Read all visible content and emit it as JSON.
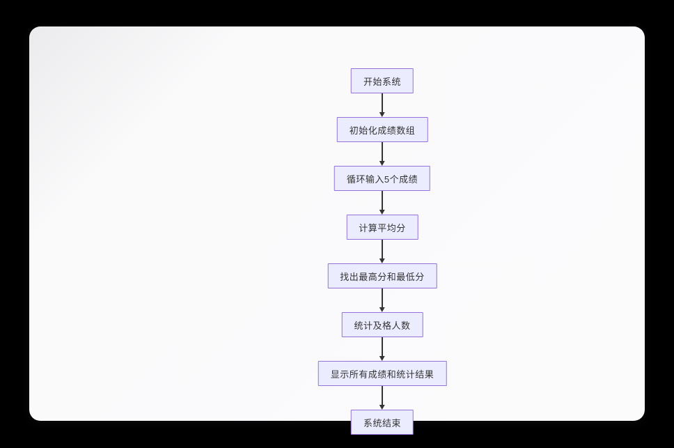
{
  "canvas": {
    "background_color": "#000000",
    "card_background_color": "#fafafb"
  },
  "flowchart": {
    "node_fill_color": "#ECECFF",
    "node_border_color": "#9370DB",
    "node_text_color": "#333333",
    "arrow_color": "#333333",
    "nodes": [
      {
        "label": "开始系统"
      },
      {
        "label": "初始化成绩数组"
      },
      {
        "label": "循环输入5个成绩"
      },
      {
        "label": "计算平均分"
      },
      {
        "label": "找出最高分和最低分"
      },
      {
        "label": "统计及格人数"
      },
      {
        "label": "显示所有成绩和统计结果"
      },
      {
        "label": "系统结束"
      }
    ]
  }
}
